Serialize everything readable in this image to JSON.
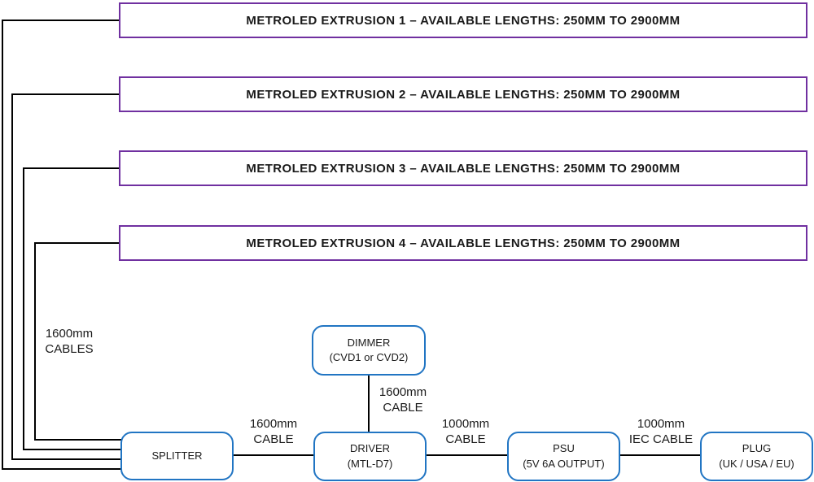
{
  "diagram": {
    "extrusions": [
      {
        "label": "METROLED EXTRUSION 1 – AVAILABLE LENGTHS: 250MM TO 2900MM"
      },
      {
        "label": "METROLED EXTRUSION 2 – AVAILABLE LENGTHS: 250MM TO 2900MM"
      },
      {
        "label": "METROLED EXTRUSION 3 – AVAILABLE LENGTHS: 250MM TO 2900MM"
      },
      {
        "label": "METROLED EXTRUSION 4 – AVAILABLE LENGTHS: 250MM TO 2900MM"
      }
    ],
    "nodes": {
      "dimmer": {
        "line1": "DIMMER",
        "line2": "(CVD1 or CVD2)"
      },
      "splitter": {
        "line1": "SPLITTER",
        "line2": ""
      },
      "driver": {
        "line1": "DRIVER",
        "line2": "(MTL-D7)"
      },
      "psu": {
        "line1": "PSU",
        "line2": "(5V 6A OUTPUT)"
      },
      "plug": {
        "line1": "PLUG",
        "line2": "(UK / USA / EU)"
      }
    },
    "cable_labels": {
      "left_cables": {
        "line1": "1600mm",
        "line2": "CABLES"
      },
      "dimmer_driver": {
        "line1": "1600mm",
        "line2": "CABLE"
      },
      "splitter_driver": {
        "line1": "1600mm",
        "line2": "CABLE"
      },
      "driver_psu": {
        "line1": "1000mm",
        "line2": "CABLE"
      },
      "psu_plug": {
        "line1": "1000mm",
        "line2": "IEC CABLE"
      }
    },
    "colors": {
      "extrusion_border": "#7030A0",
      "node_border": "#2175C3",
      "connector": "#000000"
    }
  }
}
